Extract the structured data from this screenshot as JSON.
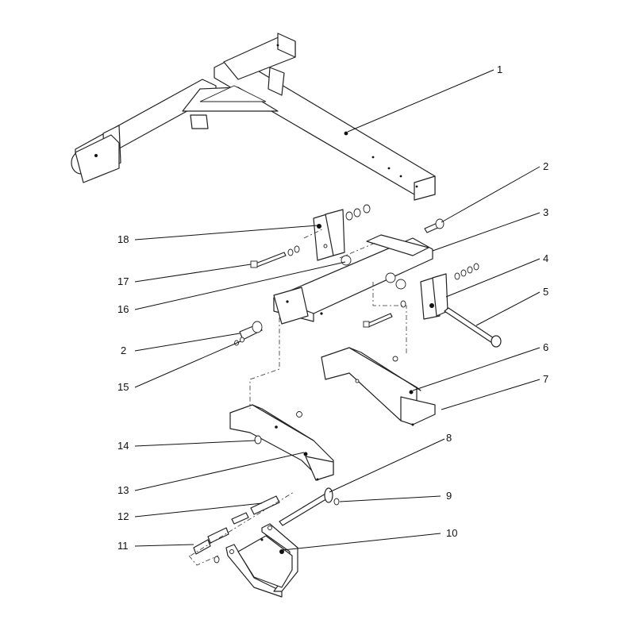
{
  "diagram": {
    "callouts": [
      {
        "id": "c1",
        "label": "1"
      },
      {
        "id": "c2a",
        "label": "2"
      },
      {
        "id": "c3",
        "label": "3"
      },
      {
        "id": "c4",
        "label": "4"
      },
      {
        "id": "c5",
        "label": "5"
      },
      {
        "id": "c6",
        "label": "6"
      },
      {
        "id": "c7",
        "label": "7"
      },
      {
        "id": "c8",
        "label": "8"
      },
      {
        "id": "c9",
        "label": "9"
      },
      {
        "id": "c10",
        "label": "10"
      },
      {
        "id": "c11",
        "label": "11"
      },
      {
        "id": "c12",
        "label": "12"
      },
      {
        "id": "c13",
        "label": "13"
      },
      {
        "id": "c14",
        "label": "14"
      },
      {
        "id": "c15",
        "label": "15"
      },
      {
        "id": "c2b",
        "label": "2"
      },
      {
        "id": "c16",
        "label": "16"
      },
      {
        "id": "c17",
        "label": "17"
      },
      {
        "id": "c18",
        "label": "18"
      }
    ]
  }
}
